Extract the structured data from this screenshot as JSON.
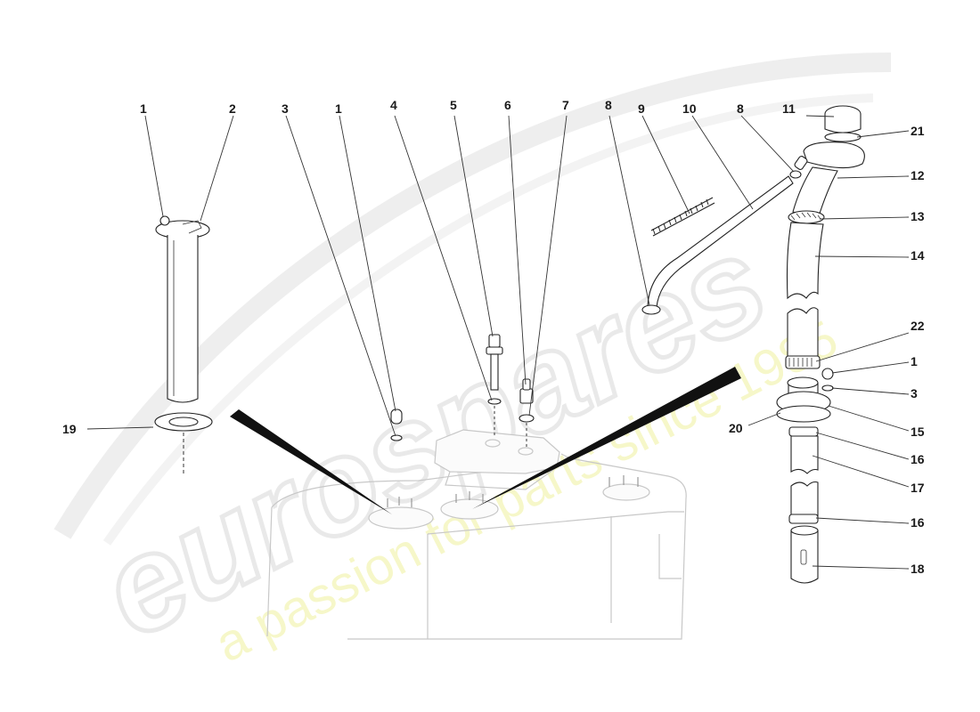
{
  "watermark": {
    "brand": "eurospares",
    "tagline": "a passion for parts since 1985",
    "brand_color": "#e6e6e6",
    "tagline_color": "#f2f4a8"
  },
  "callouts": [
    {
      "id": "c-1-left",
      "label": "1"
    },
    {
      "id": "c-2",
      "label": "2"
    },
    {
      "id": "c-3",
      "label": "3"
    },
    {
      "id": "c-1-mid",
      "label": "1"
    },
    {
      "id": "c-4",
      "label": "4"
    },
    {
      "id": "c-5",
      "label": "5"
    },
    {
      "id": "c-6",
      "label": "6"
    },
    {
      "id": "c-7",
      "label": "7"
    },
    {
      "id": "c-8-a",
      "label": "8"
    },
    {
      "id": "c-9",
      "label": "9"
    },
    {
      "id": "c-10",
      "label": "10"
    },
    {
      "id": "c-8-b",
      "label": "8"
    },
    {
      "id": "c-11",
      "label": "11"
    },
    {
      "id": "c-21",
      "label": "21"
    },
    {
      "id": "c-12",
      "label": "12"
    },
    {
      "id": "c-13",
      "label": "13"
    },
    {
      "id": "c-14",
      "label": "14"
    },
    {
      "id": "c-22",
      "label": "22"
    },
    {
      "id": "c-1-right",
      "label": "1"
    },
    {
      "id": "c-3-right",
      "label": "3"
    },
    {
      "id": "c-20",
      "label": "20"
    },
    {
      "id": "c-15",
      "label": "15"
    },
    {
      "id": "c-16-a",
      "label": "16"
    },
    {
      "id": "c-17",
      "label": "17"
    },
    {
      "id": "c-16-b",
      "label": "16"
    },
    {
      "id": "c-18",
      "label": "18"
    },
    {
      "id": "c-19",
      "label": "19"
    }
  ]
}
